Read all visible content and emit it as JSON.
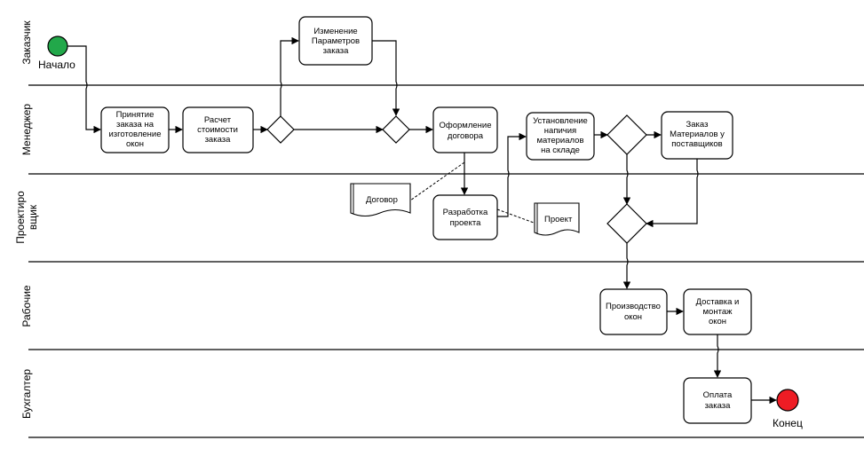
{
  "lanes": [
    {
      "label": "Заказчик"
    },
    {
      "label": "Менеджер"
    },
    {
      "label": "Проектировщик",
      "lines": [
        "Проектиро",
        "вщик"
      ]
    },
    {
      "label": "Рабочие"
    },
    {
      "label": "Бухгалтер"
    }
  ],
  "events": {
    "start": {
      "label": "Начало",
      "color": "#22a84a"
    },
    "end": {
      "label": "Конец",
      "color": "#ee1c24"
    }
  },
  "tasks": {
    "accept_order": {
      "lines": [
        "Принятие",
        "заказа на",
        "изготовление",
        "окон"
      ]
    },
    "calc_cost": {
      "lines": [
        "Расчет",
        "стоимости",
        "заказа"
      ]
    },
    "change_params": {
      "lines": [
        "Изменение",
        "Параметров",
        "заказа"
      ]
    },
    "make_contract": {
      "lines": [
        "Оформление",
        "договора"
      ]
    },
    "check_stock": {
      "lines": [
        "Установление",
        "напичия",
        "материалов",
        "на складе"
      ]
    },
    "order_materials": {
      "lines": [
        "Заказ",
        "Материалов у",
        "поставщиков"
      ]
    },
    "design_project": {
      "lines": [
        "Разработка",
        "проекта"
      ]
    },
    "produce_windows": {
      "lines": [
        "Производство",
        "окон"
      ]
    },
    "deliver_install": {
      "lines": [
        "Доставка и",
        "монтаж",
        "окон"
      ]
    },
    "payment": {
      "lines": [
        "Оплата",
        "заказа"
      ]
    }
  },
  "documents": {
    "contract": {
      "label": "Договор"
    },
    "project": {
      "label": "Проект"
    }
  }
}
